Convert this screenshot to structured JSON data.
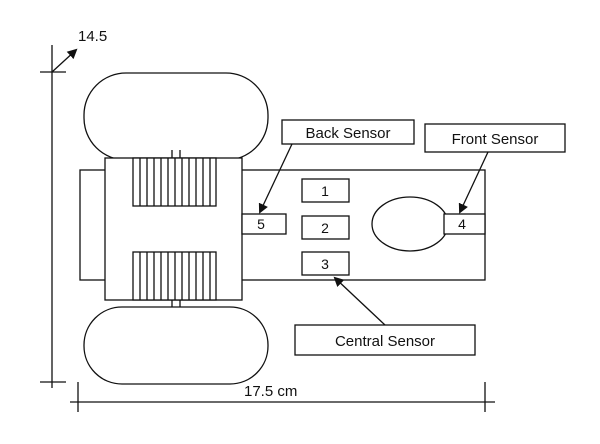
{
  "dimensions": {
    "height_label": "14.5",
    "width_label": "17.5 cm"
  },
  "callouts": {
    "back_sensor": "Back Sensor",
    "front_sensor": "Front Sensor",
    "central_sensor": "Central Sensor"
  },
  "sensors": {
    "s1": "1",
    "s2": "2",
    "s3": "3",
    "s4": "4",
    "s5": "5"
  },
  "colors": {
    "stroke": "#111111",
    "fill": "#ffffff"
  }
}
